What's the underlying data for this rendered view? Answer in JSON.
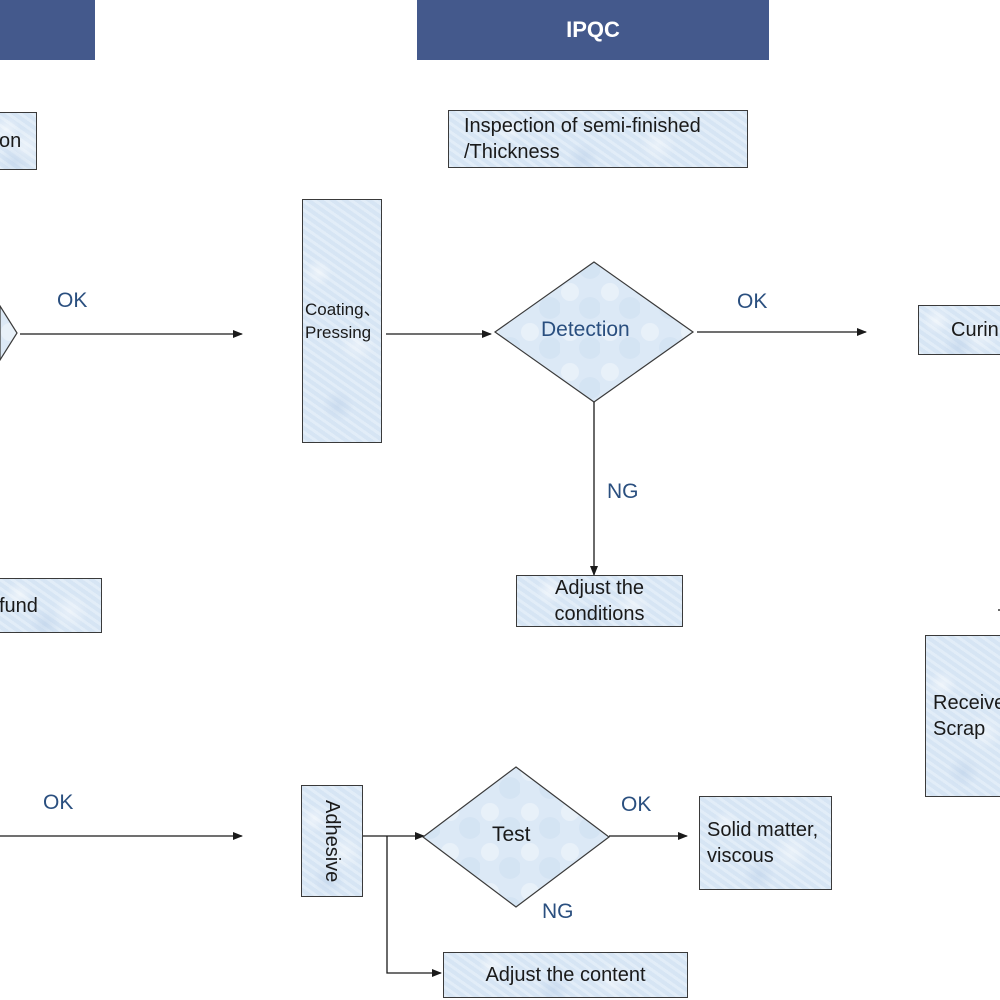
{
  "headers": {
    "left": "",
    "ipqc": "IPQC"
  },
  "boxes": {
    "left_top_partial": "on",
    "inspection": "Inspection of semi-finished\n/Thickness",
    "coating_pressing": "Coating、\nPressing",
    "detection": "Detection",
    "curing_partial": "Curin",
    "refund_partial": "fund",
    "adjust_conditions": "Adjust the\nconditions",
    "receive_scrap_partial": "Receive\nScrap",
    "adhesive": "Adhesive",
    "test": "Test",
    "solid_matter": "Solid matter,\nviscous",
    "adjust_content": "Adjust the content"
  },
  "labels": {
    "ok_top_left": "OK",
    "ok_top_right": "OK",
    "ng_detection": "NG",
    "ok_bottom_left": "OK",
    "ok_test": "OK",
    "ng_test": "NG"
  },
  "colors": {
    "header": "#44598c",
    "box_fill": "#dce9f6",
    "label_text": "#2a4f7f",
    "line": "#1a1a1a"
  }
}
